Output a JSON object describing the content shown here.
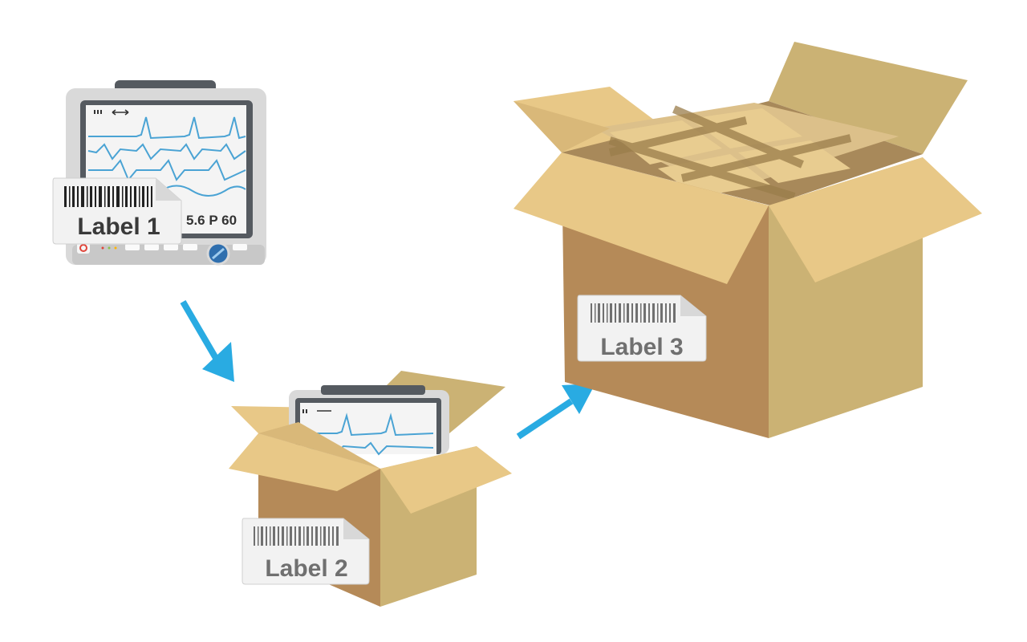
{
  "labels": {
    "label1": "Label 1",
    "label2": "Label 2",
    "label3": "Label 3"
  },
  "monitor": {
    "readout": "5.6   P 60"
  },
  "colors": {
    "arrow": "#29abe2",
    "box_front": "#b58a58",
    "box_side": "#cbb274",
    "flap": "#e8c887",
    "monitor_body": "#d9d9d9",
    "screen": "#f2f2f2",
    "waveform": "#4aa3d4",
    "label_bg": "#f2f2f2",
    "label_text_dark": "#3a3a3a",
    "label_text_gray": "#707070"
  },
  "icons": [
    "barcode-icon",
    "power-icon",
    "knob-icon",
    "arrow-down-right-icon",
    "arrow-up-right-icon"
  ]
}
